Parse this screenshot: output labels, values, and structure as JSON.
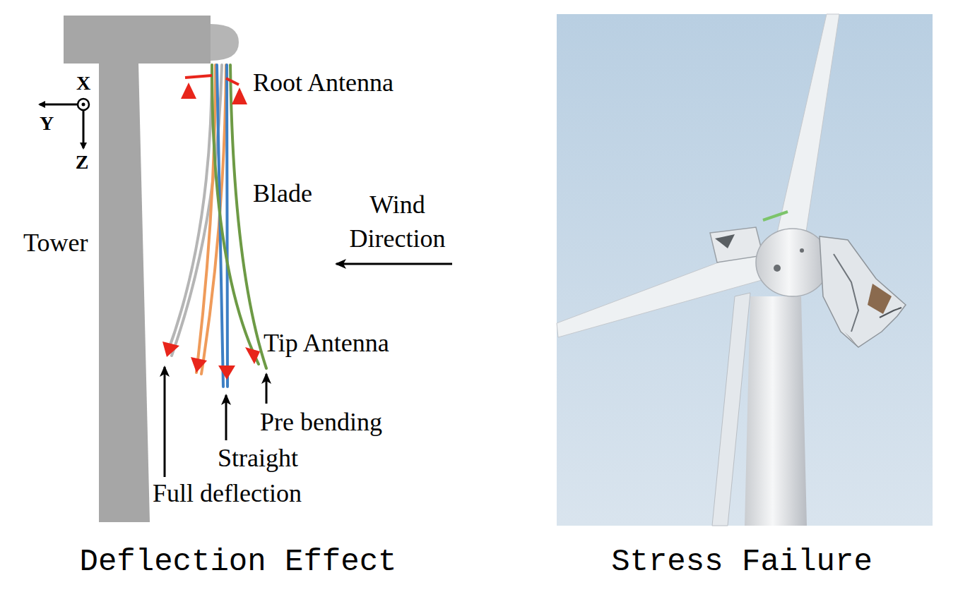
{
  "diagram": {
    "labels": [
      "X",
      "Y",
      "Z",
      "Root Antenna",
      "Blade",
      "Wind Direction",
      "Tower",
      "Tip Antenna",
      "Pre bending",
      "Straight",
      "Full deflection",
      "Deflection Effect",
      "Stress Failure"
    ]
  }
}
